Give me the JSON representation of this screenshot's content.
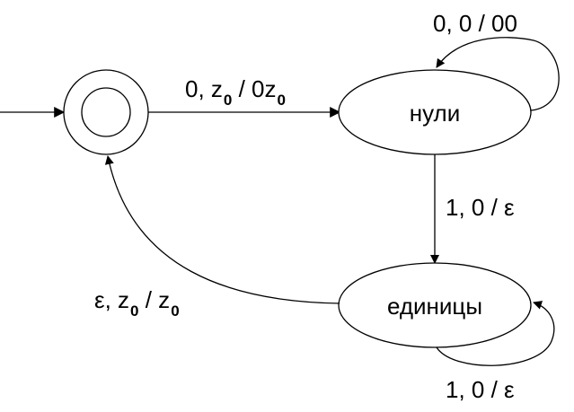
{
  "states": {
    "start": {
      "accepting": true
    },
    "zeros": {
      "label": "нули"
    },
    "ones": {
      "label": "единицы"
    }
  },
  "transitions": {
    "start_to_zeros": {
      "input": "0, z",
      "input_sub": "0",
      "sep": " / 0z",
      "push_sub": "0"
    },
    "zeros_loop": {
      "label": "0, 0 / 00"
    },
    "zeros_to_ones": {
      "label": "1, 0 / ε"
    },
    "ones_loop": {
      "label": "1, 0 / ε"
    },
    "ones_to_start": {
      "input": "ε, z",
      "input_sub": "0",
      "sep": " / z",
      "push_sub": "0"
    }
  }
}
